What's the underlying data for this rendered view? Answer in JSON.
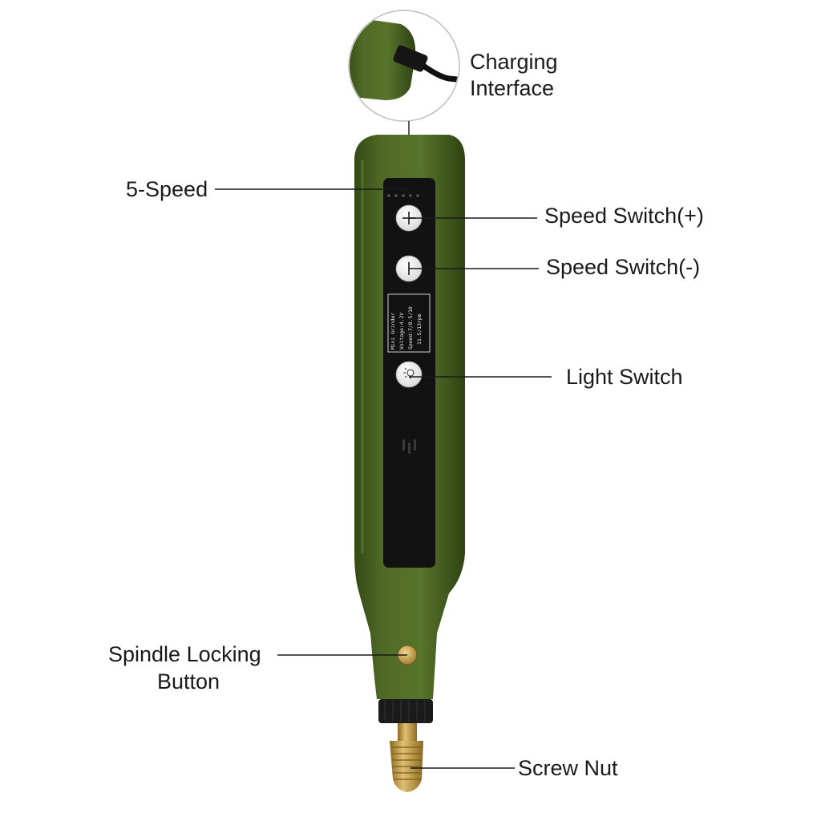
{
  "labels": {
    "charging_interface": [
      "Charging",
      "Interface"
    ],
    "five_speed": "5-Speed",
    "speed_plus": "Speed Switch(+)",
    "speed_minus": "Speed Switch(-)",
    "light_switch": "Light Switch",
    "spindle_lock": [
      "Spindle Locking",
      "Button"
    ],
    "screw_nut": "Screw Nut"
  },
  "spec_plate": [
    "Mini Grinder",
    "Voltage:4.2V",
    "Speed:7/8.5/10",
    "11.5/13rpm"
  ],
  "colors": {
    "body": "#4f6a26",
    "body_dark": "#3a501a",
    "panel": "#121212",
    "button": "#f2f2f2",
    "brass": "#c9a24a",
    "collar": "#1b1b1b"
  },
  "icons": [
    "plus-icon",
    "minus-icon",
    "bulb-icon",
    "usb-cable-icon"
  ],
  "speed_level_indicators": 5
}
